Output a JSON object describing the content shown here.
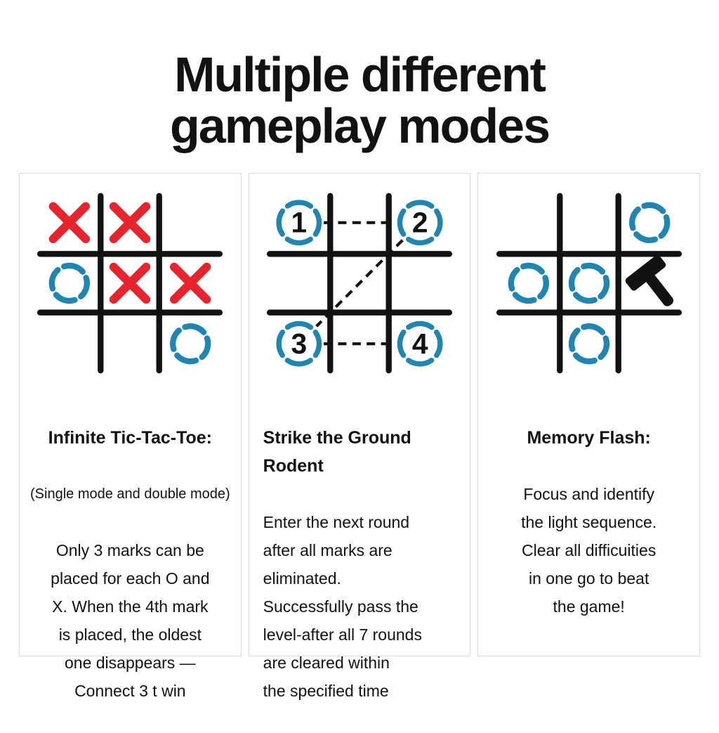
{
  "title": {
    "line1": "Multiple different",
    "line2": "gameplay modes"
  },
  "colors": {
    "x_red": "#e8232b",
    "o_blue": "#1f86b2",
    "ink": "#121212",
    "panel_border": "#dcdcdc"
  },
  "panels": [
    {
      "id": "infinite-tic-tac-toe",
      "title": "Infinite Tic-Tac-Toe:",
      "subtitle": "(Single mode and double mode)",
      "body_lines": [
        "Only 3 marks can be",
        "placed for each O and",
        "X. When the 4th mark",
        "is placed, the oldest",
        "one disappears —",
        "Connect 3 t win"
      ],
      "board": {
        "kind": "tic-tac-toe",
        "cells": [
          {
            "row": 0,
            "col": 0,
            "type": "X"
          },
          {
            "row": 0,
            "col": 1,
            "type": "X"
          },
          {
            "row": 1,
            "col": 0,
            "type": "O"
          },
          {
            "row": 1,
            "col": 1,
            "type": "X"
          },
          {
            "row": 1,
            "col": 2,
            "type": "X"
          },
          {
            "row": 2,
            "col": 2,
            "type": "O"
          }
        ]
      }
    },
    {
      "id": "strike-the-ground-rodent",
      "title_lines": [
        "Strike the Ground",
        "Rodent"
      ],
      "body_lines": [
        "Enter the next round",
        "after all marks are",
        "eliminated.",
        "Successfully pass the",
        "level-after all 7 rounds",
        "are cleared within",
        "the specified time"
      ],
      "board": {
        "kind": "whack-sequence",
        "cells": [
          {
            "row": 0,
            "col": 0,
            "type": "number",
            "label": "1"
          },
          {
            "row": 0,
            "col": 2,
            "type": "number",
            "label": "2"
          },
          {
            "row": 2,
            "col": 0,
            "type": "number",
            "label": "3"
          },
          {
            "row": 2,
            "col": 2,
            "type": "number",
            "label": "4"
          }
        ],
        "connections": [
          [
            "1",
            "2"
          ],
          [
            "2",
            "3"
          ],
          [
            "3",
            "4"
          ]
        ]
      }
    },
    {
      "id": "memory-flash",
      "title": "Memory Flash:",
      "body_lines": [
        "Focus and identify",
        "the light sequence.",
        "Clear all difficuities",
        "in one go to beat",
        "the game!"
      ],
      "board": {
        "kind": "memory-flash",
        "cells": [
          {
            "row": 0,
            "col": 2,
            "type": "O"
          },
          {
            "row": 1,
            "col": 0,
            "type": "O"
          },
          {
            "row": 1,
            "col": 1,
            "type": "O"
          },
          {
            "row": 1,
            "col": 2,
            "type": "hammer"
          },
          {
            "row": 2,
            "col": 1,
            "type": "O"
          }
        ]
      }
    }
  ]
}
